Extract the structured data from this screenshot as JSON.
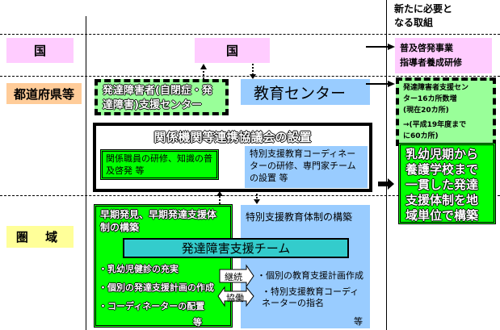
{
  "header": {
    "new_measures_title": "新たに必要と\nなる取組"
  },
  "rows": {
    "national": {
      "label": "国"
    },
    "prefecture": {
      "label": "都道府県等"
    },
    "region": {
      "label": "圏 域"
    }
  },
  "national": {
    "center_box": "国",
    "new_items": [
      "普及啓発事業",
      "指導者養成研修"
    ]
  },
  "prefecture": {
    "support_center": "発達障害者(自閉症・発達障害)支援センター",
    "education_center": "教育センター",
    "new_item": {
      "line1": "発達障害者支援セン",
      "line2": "ター16カ所数増",
      "line3": "(現在20カ所)",
      "line4": "→(平成19年度まで",
      "line5": "に60カ所)"
    }
  },
  "council": {
    "title": "関係機関等連携協議会の設置",
    "left": "関係職員の研修、知識の普及啓発 等",
    "right": "特別支援教育コーディネーターの研修、専門家チームの設置 等"
  },
  "goal_box": "乳幼児期から養護学校まで一貫した発達支援体制を地域単位で構築",
  "region": {
    "early": {
      "title": "早期発見、早期発達支援体制の構築",
      "items": [
        "・乳幼児健診の充実",
        "・個別の発達支援計画の作成",
        "・コーディネーターの配置"
      ],
      "etc": "等"
    },
    "special": {
      "title": "特別支援教育体制の構築",
      "items": [
        "・個別の教育支援計画作成",
        "・特別支援教育コーディネーターの指名"
      ],
      "etc": "等"
    },
    "team": "発達障害支援チーム",
    "arrow_continue": "継続",
    "arrow_cooperate": "協働"
  },
  "colors": {
    "national": "#ffccff",
    "prefecture": "#ffcc99",
    "region": "#ffff99",
    "light_green": "#99ff99",
    "green": "#00ff00",
    "blue": "#99ccff",
    "teal": "#33cccc"
  }
}
